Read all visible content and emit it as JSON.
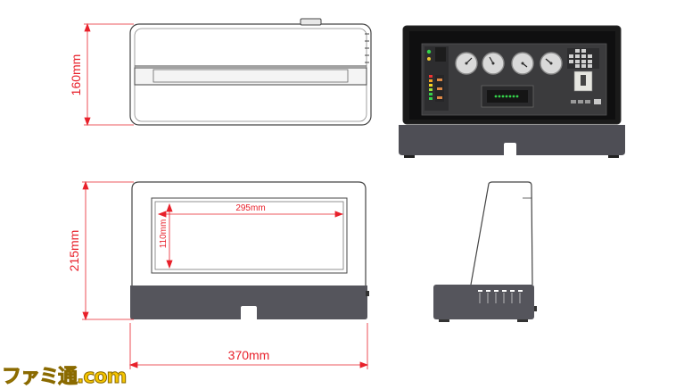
{
  "dimensions": {
    "top_height": "160mm",
    "front_height": "215mm",
    "total_width": "370mm",
    "screen_width": "295mm",
    "screen_height": "110mm"
  },
  "colors": {
    "dimension_red": "#e8202a",
    "outline_gray": "#555555",
    "base_dark": "#4a4a4f",
    "screen_black": "#141414",
    "panel_gray": "#3a3a3a",
    "led_green": "#34d34a"
  },
  "watermark": "ファミ通.com"
}
